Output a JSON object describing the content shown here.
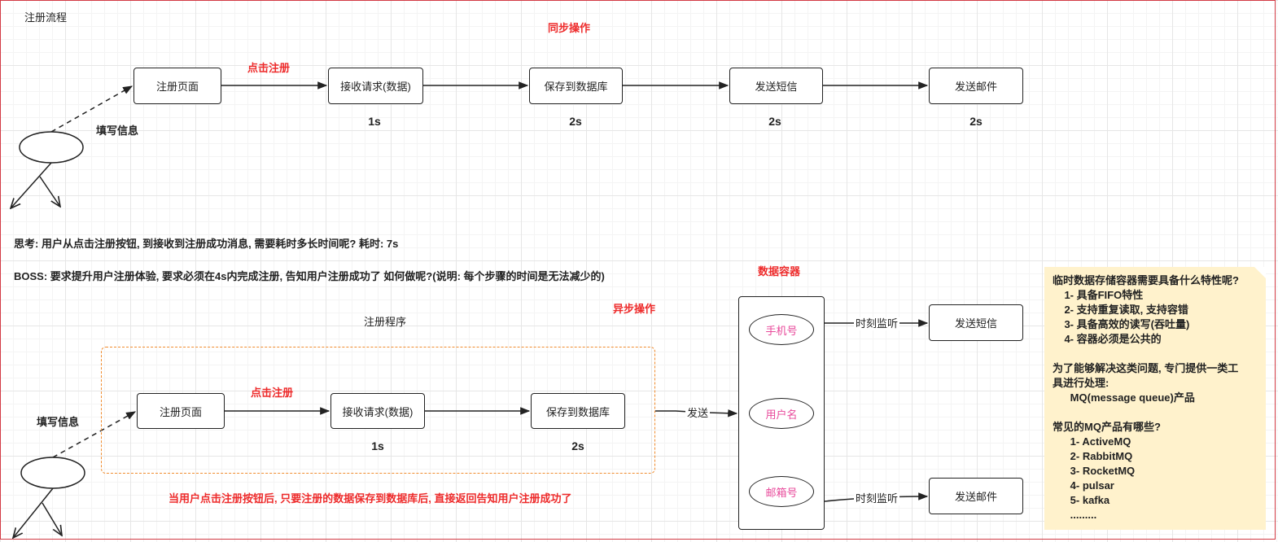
{
  "sync": {
    "heading": "注册流程",
    "mode_title": "同步操作",
    "fill_info": "填写信息",
    "click_register": "点击注册",
    "steps": [
      {
        "label": "注册页面",
        "time": ""
      },
      {
        "label": "接收请求(数据)",
        "time": "1s"
      },
      {
        "label": "保存到数据库",
        "time": "2s"
      },
      {
        "label": "发送短信",
        "time": "2s"
      },
      {
        "label": "发送邮件",
        "time": "2s"
      }
    ]
  },
  "thinking": "思考:  用户从点击注册按钮, 到接收到注册成功消息, 需要耗时多长时间呢?  耗时: 7s",
  "boss": "BOSS: 要求提升用户注册体验, 要求必须在4s内完成注册, 告知用户注册成功了 如何做呢?(说明: 每个步骤的时间是无法减少的)",
  "async": {
    "mode_title": "异步操作",
    "program_title": "注册程序",
    "fill_info": "填写信息",
    "click_register": "点击注册",
    "steps": [
      {
        "label": "注册页面",
        "time": ""
      },
      {
        "label": "接收请求(数据)",
        "time": "1s"
      },
      {
        "label": "保存到数据库",
        "time": "2s"
      }
    ],
    "send_label": "发送",
    "conclusion": "当用户点击注册按钮后, 只要注册的数据保存到数据库后, 直接返回告知用户注册成功了"
  },
  "container": {
    "title": "数据容器",
    "items": [
      "手机号",
      "用户名",
      "邮箱号"
    ],
    "listen_label_1": "时刻监听",
    "listen_label_2": "时刻监听",
    "consumer_sms": "发送短信",
    "consumer_mail": "发送邮件"
  },
  "note": {
    "lines": [
      "临时数据存储容器需要具备什么特性呢?",
      "    1- 具备FIFO特性",
      "    2- 支持重复读取, 支持容错",
      "    3- 具备高效的读写(吞吐量)",
      "    4- 容器必须是公共的",
      "",
      "为了能够解决这类问题, 专门提供一类工",
      "具进行处理:",
      "      MQ(message queue)产品",
      "",
      "常见的MQ产品有哪些?",
      "      1- ActiveMQ",
      "      2- RabbitMQ",
      "      3- RocketMQ",
      "      4- pulsar",
      "      5- kafka",
      "      ........."
    ]
  },
  "colors": {
    "frame": "#d23a44",
    "accent_red": "#ee2b2b",
    "dashed_region": "#f08c2e",
    "note_bg": "#fff2cc",
    "pill_text": "#e8489a"
  }
}
